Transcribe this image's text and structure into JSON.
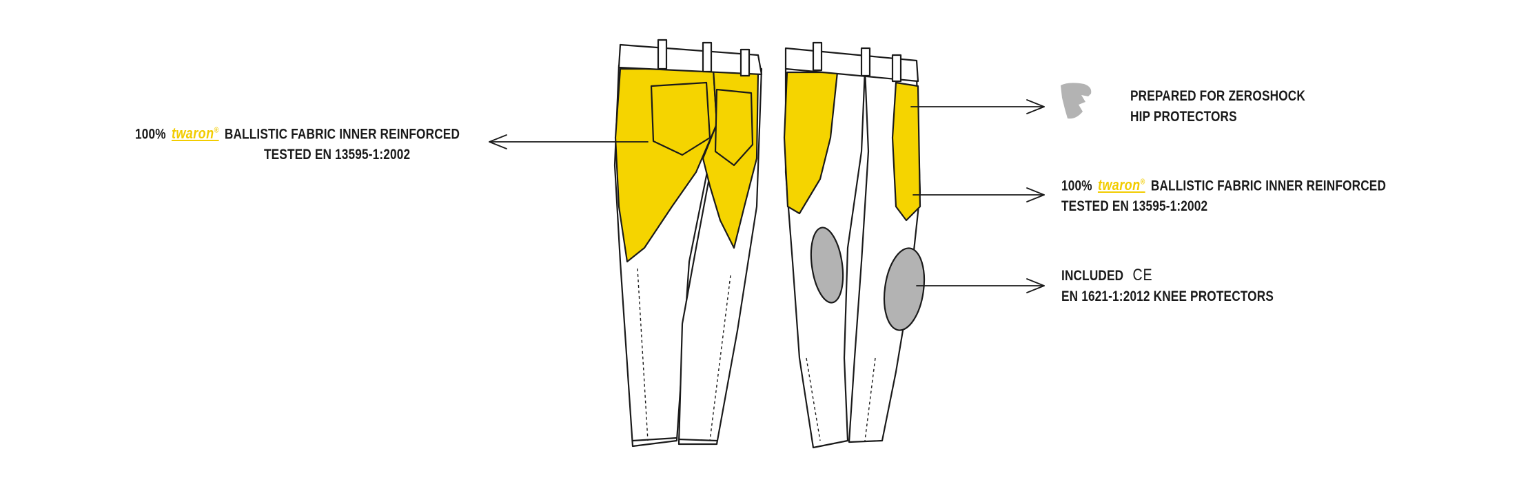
{
  "annotations": {
    "left_reinforced": {
      "prefix": "100%",
      "brand": "twaron",
      "brand_mark": "®",
      "suffix": "BALLISTIC FABRIC INNER REINFORCED",
      "line2": "TESTED EN 13595-1:2002"
    },
    "hip_protectors": {
      "line1": "PREPARED FOR ZEROSHOCK",
      "line2": "HIP PROTECTORS"
    },
    "right_reinforced": {
      "prefix": "100%",
      "brand": "twaron",
      "brand_mark": "®",
      "suffix": "BALLISTIC FABRIC INNER REINFORCED",
      "line2": "TESTED EN 13595-1:2002"
    },
    "knee_protectors": {
      "line1": "INCLUDED",
      "ce_mark": "CE",
      "line2": "EN 1621-1:2012 KNEE PROTECTORS"
    }
  },
  "colors": {
    "reinforcement_yellow": "#f5d400",
    "protector_gray": "#b3b3b3",
    "outline": "#1a1a1a"
  },
  "icons": [
    "arrow-left-icon",
    "arrow-right-icon",
    "hip-protector-icon",
    "ce-mark-icon"
  ]
}
